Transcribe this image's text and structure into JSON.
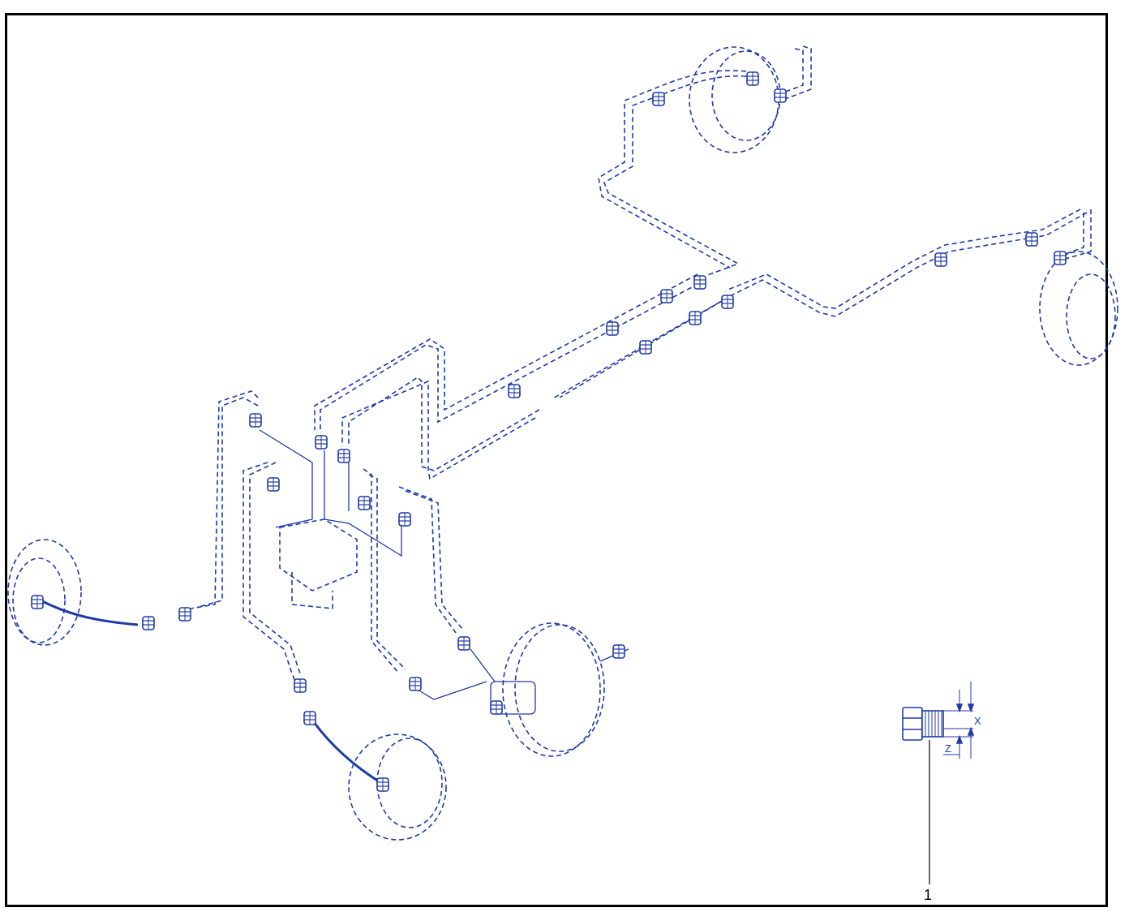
{
  "diagram": {
    "callouts": [
      {
        "label": "1",
        "part": "bleed-screw-plug"
      }
    ],
    "dimensions": [
      {
        "label": "X"
      },
      {
        "label": "Z"
      }
    ]
  },
  "colors": {
    "line": "#1f3aa6",
    "frame": "#000000",
    "background": "#ffffff",
    "callout_text": "#000000"
  }
}
